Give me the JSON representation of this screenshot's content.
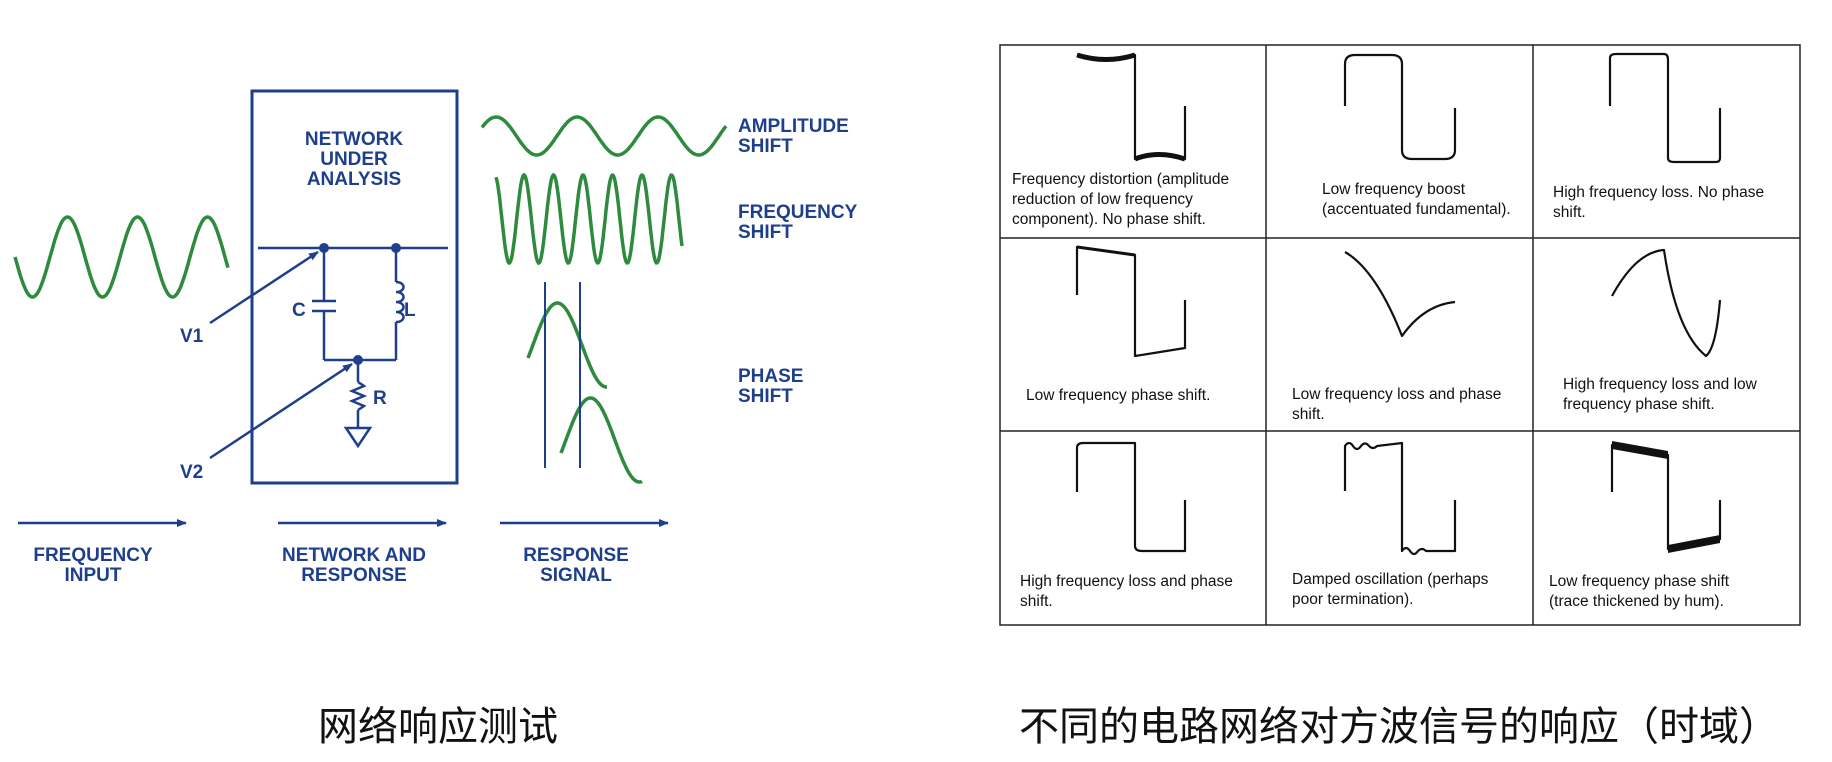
{
  "left_diagram": {
    "box_title": [
      "NETWORK",
      "UNDER",
      "ANALYSIS"
    ],
    "components": {
      "capacitor": "C",
      "inductor": "L",
      "resistor": "R"
    },
    "probes": [
      "V1",
      "V2"
    ],
    "outputs": [
      {
        "label": [
          "AMPLITUDE",
          "SHIFT"
        ]
      },
      {
        "label": [
          "FREQUENCY",
          "SHIFT"
        ]
      },
      {
        "label": [
          "PHASE",
          "SHIFT"
        ]
      }
    ],
    "stages": [
      {
        "label": [
          "FREQUENCY",
          "INPUT"
        ]
      },
      {
        "label": [
          "NETWORK AND",
          "RESPONSE"
        ]
      },
      {
        "label": [
          "RESPONSE",
          "SIGNAL"
        ]
      }
    ],
    "colors": {
      "line": "#1e3f8c",
      "wave": "#2e8b3e"
    }
  },
  "right_table": {
    "cells": [
      {
        "lines": [
          "Frequency distortion (amplitude",
          "reduction of low frequency",
          "component).  No phase shift."
        ]
      },
      {
        "lines": [
          "Low frequency boost",
          "(accentuated fundamental)."
        ]
      },
      {
        "lines": [
          "High frequency loss.  No phase",
          "shift."
        ]
      },
      {
        "lines": [
          "Low frequency phase shift."
        ]
      },
      {
        "lines": [
          "Low frequency loss and phase",
          "shift."
        ]
      },
      {
        "lines": [
          "High frequency loss and low",
          "frequency phase shift."
        ]
      },
      {
        "lines": [
          "High frequency loss and phase",
          "shift."
        ]
      },
      {
        "lines": [
          "Damped oscillation (perhaps",
          "poor termination)."
        ]
      },
      {
        "lines": [
          "Low frequency phase shift",
          "(trace thickened by hum)."
        ]
      }
    ]
  },
  "captions": {
    "left": "网络响应测试",
    "right": "不同的电路网络对方波信号的响应（时域）"
  }
}
